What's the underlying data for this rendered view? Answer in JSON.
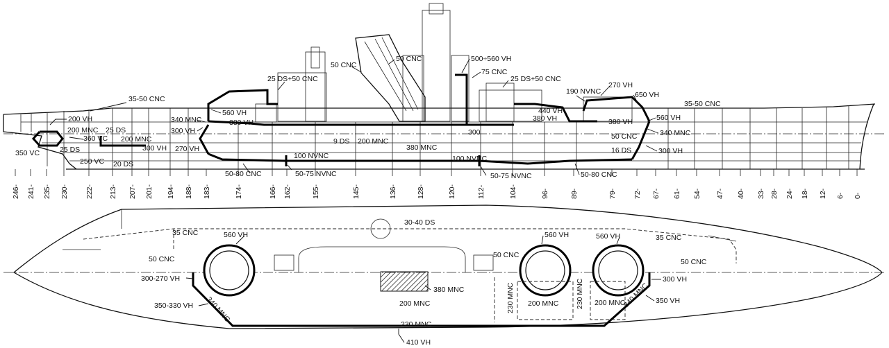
{
  "profile": {
    "labels": [
      {
        "id": "p-200vh",
        "text": "200 VH"
      },
      {
        "id": "p-35-50cnc-left",
        "text": "35-50 CNC"
      },
      {
        "id": "p-200mnc-a",
        "text": "200 MNC"
      },
      {
        "id": "p-25ds-a",
        "text": "25 DS"
      },
      {
        "id": "p-360vc",
        "text": "360 VC"
      },
      {
        "id": "p-200mnc-b",
        "text": "200 MNC"
      },
      {
        "id": "p-25ds-b",
        "text": "25 DS"
      },
      {
        "id": "p-350vc",
        "text": "350 VC"
      },
      {
        "id": "p-300vh-a",
        "text": "300 VH"
      },
      {
        "id": "p-250vc",
        "text": "250 VC"
      },
      {
        "id": "p-20ds",
        "text": "20 DS"
      },
      {
        "id": "p-340mnc-a",
        "text": "340 MNC"
      },
      {
        "id": "p-300vh-b",
        "text": "300 VH"
      },
      {
        "id": "p-270vh-a",
        "text": "270 VH"
      },
      {
        "id": "p-560vh-a",
        "text": "560 VH"
      },
      {
        "id": "p-380vh-a",
        "text": "380 VH"
      },
      {
        "id": "p-25ds50cnc-a",
        "text": "25 DS+50 CNC"
      },
      {
        "id": "p-50cnc-a",
        "text": "50 CNC"
      },
      {
        "id": "p-50cnc-b",
        "text": "50 CNC"
      },
      {
        "id": "p-500-560vh",
        "text": "500÷560 VH"
      },
      {
        "id": "p-75cnc",
        "text": "75 CNC"
      },
      {
        "id": "p-25ds50cnc-b",
        "text": "25 DS+50 CNC"
      },
      {
        "id": "p-190nvnc",
        "text": "190 NVNC"
      },
      {
        "id": "p-270vh-b",
        "text": "270 VH"
      },
      {
        "id": "p-650vh",
        "text": "650 VH"
      },
      {
        "id": "p-35-50cnc-right",
        "text": "35-50 CNC"
      },
      {
        "id": "p-440vh",
        "text": "440 VH"
      },
      {
        "id": "p-380vh-b",
        "text": "380 VH"
      },
      {
        "id": "p-560vh-b",
        "text": "560 VH"
      },
      {
        "id": "p-380vh-c",
        "text": "380 VH"
      },
      {
        "id": "p-340mnc-b",
        "text": "340 MNC"
      },
      {
        "id": "p-50cnc-c",
        "text": "50 CNC"
      },
      {
        "id": "p-300vh-c",
        "text": "300 VH"
      },
      {
        "id": "p-16ds",
        "text": "16 DS"
      },
      {
        "id": "p-9ds",
        "text": "9 DS"
      },
      {
        "id": "p-200mnc-c",
        "text": "200 MNC"
      },
      {
        "id": "p-380mnc",
        "text": "380 MNC"
      },
      {
        "id": "p-300",
        "text": "300"
      },
      {
        "id": "p-100nvnc-a",
        "text": "100 NVNC"
      },
      {
        "id": "p-100nvnc-b",
        "text": "100 NVNC"
      },
      {
        "id": "p-50-80cnc-a",
        "text": "50-80 CNC"
      },
      {
        "id": "p-50-75nvnc-a",
        "text": "50-75 NVNC"
      },
      {
        "id": "p-50-75nvnc-b",
        "text": "50-75 NVNC"
      },
      {
        "id": "p-50-80cnc-b",
        "text": "50-80 CNC"
      }
    ]
  },
  "frames": [
    "246",
    "241",
    "235",
    "230",
    "222",
    "213",
    "207",
    "201",
    "194",
    "188",
    "183",
    "174",
    "166",
    "162",
    "155",
    "145",
    "136",
    "128",
    "120",
    "112",
    "104",
    "96",
    "89",
    "79",
    "72",
    "67",
    "61",
    "54",
    "47",
    "40",
    "33",
    "28",
    "24",
    "18",
    "12",
    "6",
    "0"
  ],
  "plan": {
    "labels": [
      {
        "id": "q-30-40ds",
        "text": "30-40 DS"
      },
      {
        "id": "q-35cnc-a",
        "text": "35 CNC"
      },
      {
        "id": "q-560vh-a",
        "text": "560 VH"
      },
      {
        "id": "q-560vh-b",
        "text": "560 VH"
      },
      {
        "id": "q-560vh-c",
        "text": "560 VH"
      },
      {
        "id": "q-35cnc-b",
        "text": "35 CNC"
      },
      {
        "id": "q-50cnc-a",
        "text": "50 CNC"
      },
      {
        "id": "q-50cnc-b",
        "text": "50 CNC"
      },
      {
        "id": "q-50cnc-c",
        "text": "50 CNC"
      },
      {
        "id": "q-300-270vh",
        "text": "300-270 VH"
      },
      {
        "id": "q-350-330vh",
        "text": "350-330 VH"
      },
      {
        "id": "q-340mnc-a",
        "text": "340 MNC"
      },
      {
        "id": "q-380mnc",
        "text": "380 MNC"
      },
      {
        "id": "q-200mnc-a",
        "text": "200 MNC"
      },
      {
        "id": "q-230mnc-a",
        "text": "230 MNC"
      },
      {
        "id": "q-200mnc-b",
        "text": "200 MNC"
      },
      {
        "id": "q-230mnc-b",
        "text": "230 MNC"
      },
      {
        "id": "q-200mnc-c",
        "text": "200 MNC"
      },
      {
        "id": "q-340mnc-b",
        "text": "340 MNC"
      },
      {
        "id": "q-300vh",
        "text": "300 VH"
      },
      {
        "id": "q-350vh",
        "text": "350 VH"
      },
      {
        "id": "q-230mnc-c",
        "text": "230 MNC"
      },
      {
        "id": "q-410vh",
        "text": "410 VH"
      }
    ]
  }
}
